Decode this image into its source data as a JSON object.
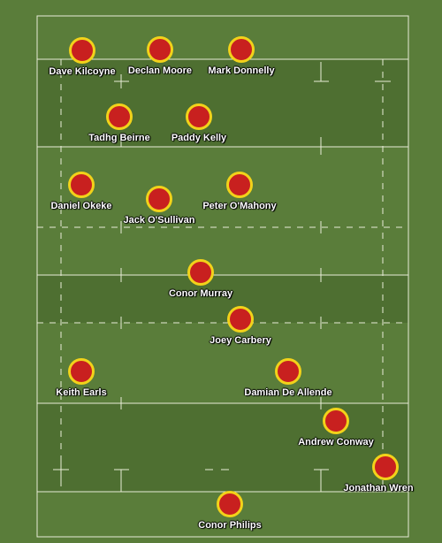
{
  "colors": {
    "grass": "#5a7d3a",
    "grass_dark": "#4e6f31",
    "line": "#e8ecd8",
    "player_fill": "#c8201f",
    "player_ring": "#f2d21a",
    "label": "#ffffff"
  },
  "players": [
    {
      "id": "p1",
      "name": "Dave Kilcoyne"
    },
    {
      "id": "p2",
      "name": "Declan Moore"
    },
    {
      "id": "p3",
      "name": "Mark Donnelly"
    },
    {
      "id": "p4",
      "name": "Tadhg Beirne"
    },
    {
      "id": "p5",
      "name": "Paddy Kelly"
    },
    {
      "id": "p6",
      "name": "Daniel Okeke"
    },
    {
      "id": "p7",
      "name": "Jack O'Sullivan"
    },
    {
      "id": "p8",
      "name": "Peter O'Mahony"
    },
    {
      "id": "p9",
      "name": "Conor Murray"
    },
    {
      "id": "p10",
      "name": "Joey Carbery"
    },
    {
      "id": "p11",
      "name": "Keith Earls"
    },
    {
      "id": "p12",
      "name": "Damian De Allende"
    },
    {
      "id": "p13",
      "name": "Andrew Conway"
    },
    {
      "id": "p14",
      "name": "Jonathan Wren"
    },
    {
      "id": "p15",
      "name": "Conor Philips"
    }
  ]
}
